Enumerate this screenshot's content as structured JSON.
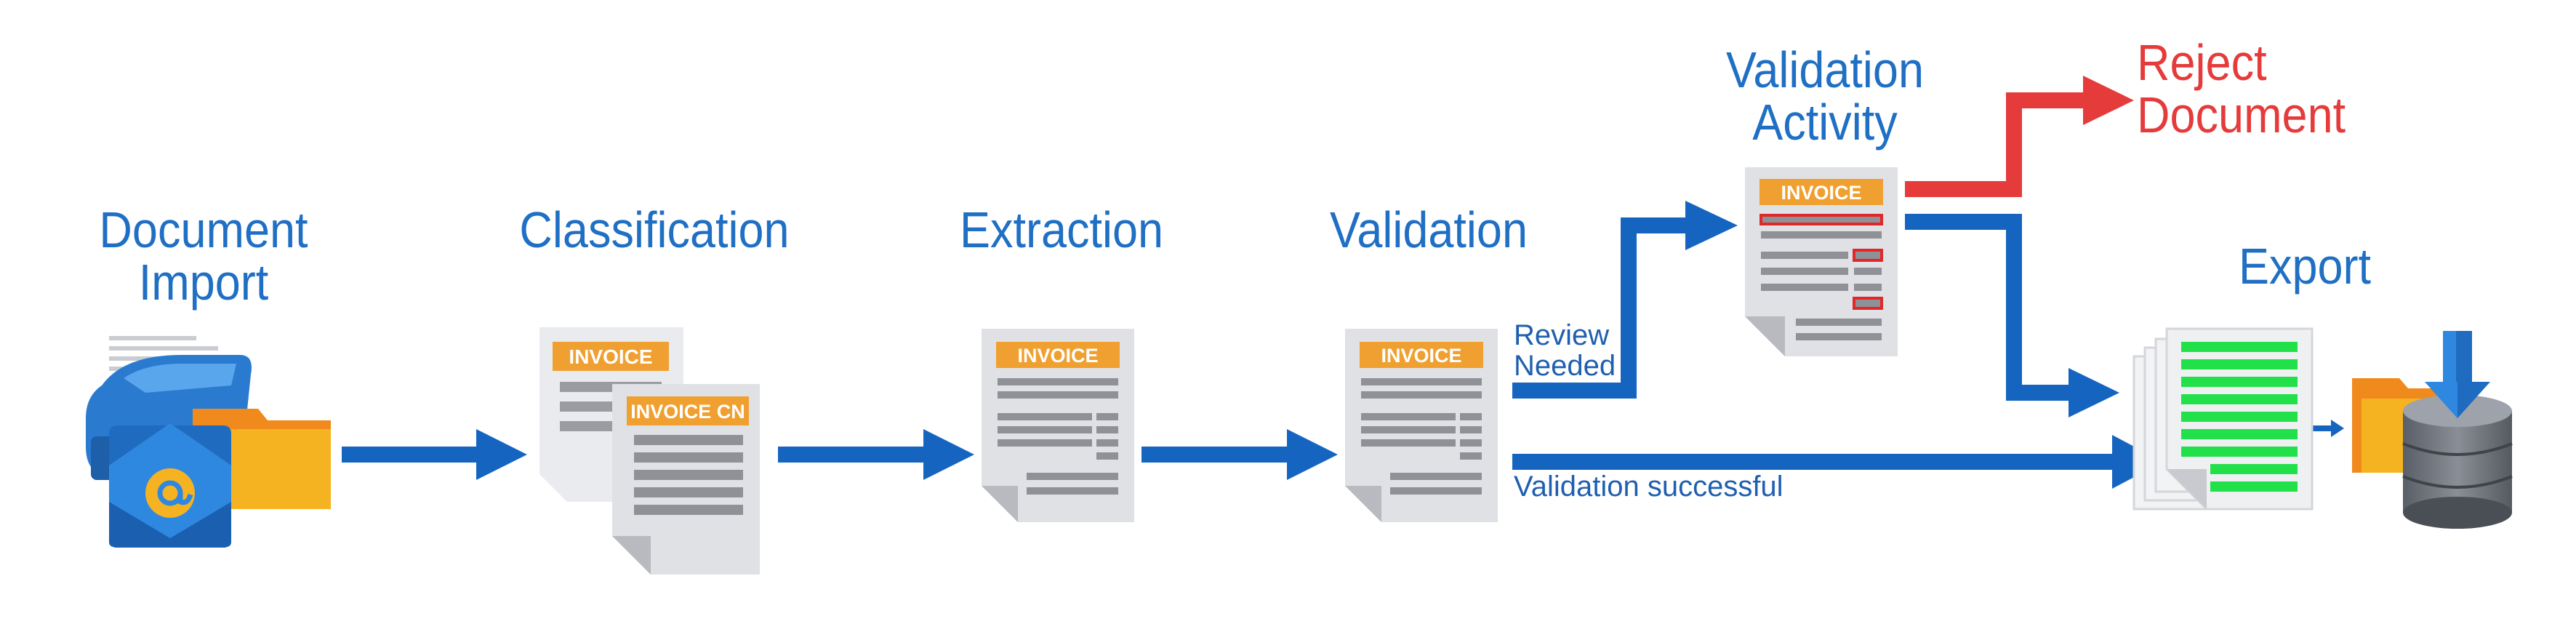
{
  "stages": {
    "import": "Document\nImport",
    "classification": "Classification",
    "extraction": "Extraction",
    "validation": "Validation",
    "validation_activity": "Validation\nActivity",
    "reject": "Reject\nDocument",
    "export": "Export"
  },
  "edges": {
    "review_needed": "Review\nNeeded",
    "validation_successful": "Validation successful"
  },
  "documents": {
    "invoice": "INVOICE",
    "invoice_cn": "INVOICE CN"
  },
  "colors": {
    "blue": "#1565c0",
    "label_blue": "#1f6fc4",
    "red": "#e53b3b",
    "orange": "#f0a030",
    "green": "#22e04a",
    "doc_grey": "#8f9196"
  },
  "icons": [
    "email-icon",
    "folder-icon",
    "printer-icon",
    "invoice-document-icon",
    "database-icon",
    "download-arrow-icon"
  ]
}
